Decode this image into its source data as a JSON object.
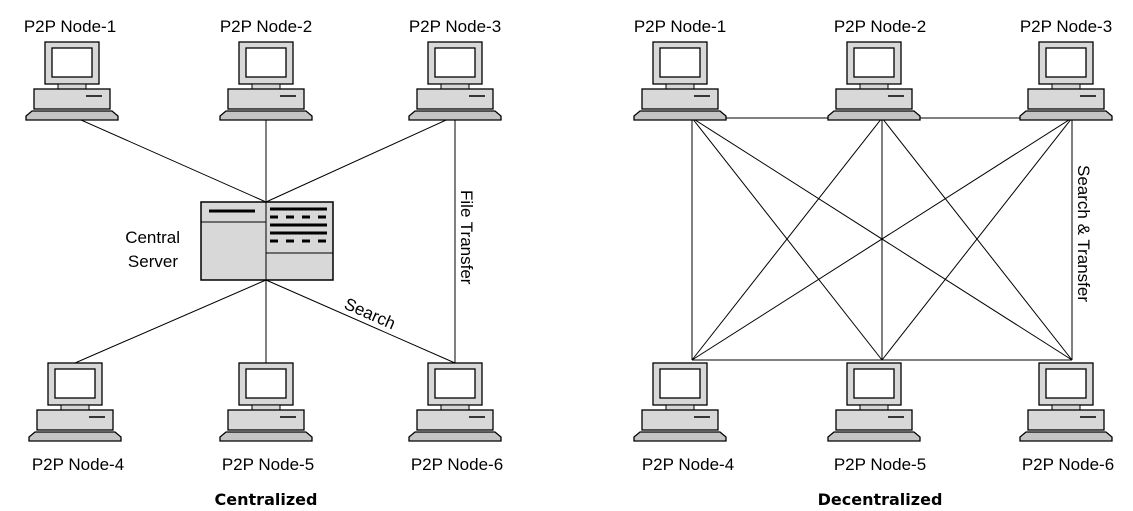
{
  "centralized": {
    "caption": "Centralized",
    "server_label_line1": "Central",
    "server_label_line2": "Server",
    "search_label": "Search",
    "transfer_label": "File Transfer",
    "nodes": [
      "P2P Node-1",
      "P2P Node-2",
      "P2P Node-3",
      "P2P Node-4",
      "P2P Node-5",
      "P2P Node-6"
    ]
  },
  "decentralized": {
    "caption": "Decentralized",
    "transfer_label": "Search & Transfer",
    "nodes": [
      "P2P Node-1",
      "P2P Node-2",
      "P2P Node-3",
      "P2P Node-4",
      "P2P Node-5",
      "P2P Node-6"
    ]
  },
  "icons": {
    "computer": "desktop-computer-icon",
    "server": "server-icon"
  }
}
